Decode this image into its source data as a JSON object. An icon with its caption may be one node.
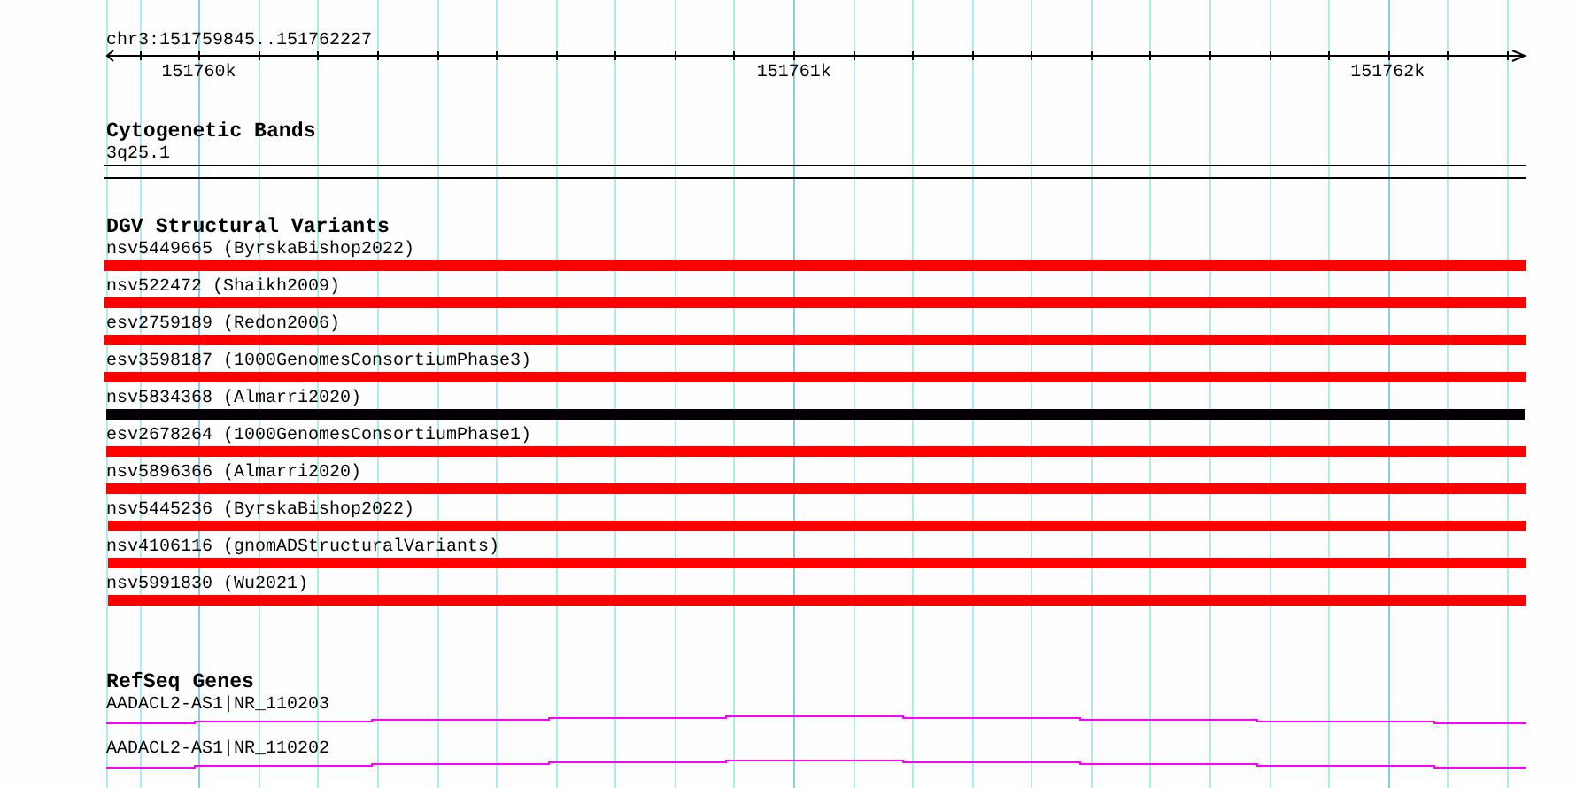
{
  "diagram": {
    "nodes": [
      {
        "text": [],
        "shape": "box",
        "beside": [
          "3q25.1"
        ]
      },
      {
        "text": [],
        "shape": "bar",
        "beside": [
          "nsv5449665 (ByrskaBishop2022)"
        ]
      },
      {
        "text": [],
        "shape": "bar",
        "beside": [
          "nsv522472 (Shaikh2009)"
        ]
      },
      {
        "text": [],
        "shape": "bar",
        "beside": [
          "esv2759189 (Redon2006)"
        ]
      },
      {
        "text": [],
        "shape": "bar",
        "beside": [
          "esv3598187 (1000GenomesConsortiumPhase3)"
        ]
      },
      {
        "text": [],
        "shape": "bar",
        "beside": [
          "nsv5834368 (Almarri2020)"
        ]
      },
      {
        "text": [],
        "shape": "bar",
        "beside": [
          "esv2678264 (1000GenomesConsortiumPhase1)"
        ]
      },
      {
        "text": [],
        "shape": "bar",
        "beside": [
          "nsv5896366 (Almarri2020)"
        ]
      },
      {
        "text": [],
        "shape": "bar",
        "beside": [
          "nsv5445236 (ByrskaBishop2022)"
        ]
      },
      {
        "text": [],
        "shape": "bar",
        "beside": [
          "nsv4106116 (gnomADStructuralVariants)"
        ]
      },
      {
        "text": [],
        "shape": "bar",
        "beside": [
          "nsv5991830 (Wu2021)"
        ]
      },
      {
        "text": [],
        "shape": "line",
        "beside": [
          "AADACL2-AS1|NR_110203"
        ]
      },
      {
        "text": [],
        "shape": "line",
        "beside": [
          "AADACL2-AS1|NR_110202"
        ]
      }
    ],
    "labels": [
      "chr3:151759845..151762227",
      "151760k",
      "151761k",
      "151762k",
      "Cytogenetic Bands",
      "DGV Structural Variants",
      "RefSeq Genes"
    ]
  }
}
